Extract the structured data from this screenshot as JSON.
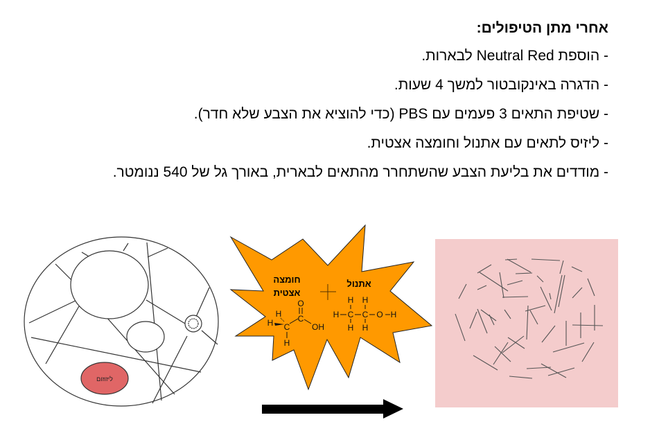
{
  "document": {
    "heading": "אחרי מתן הטיפולים:",
    "steps": [
      "- הוספת Neutral Red לבארות.",
      "- הדגרה באינקובטור למשך 4 שעות.",
      "- שטיפת התאים 3 פעמים עם PBS (כדי להוציא את הצבע שלא חדר).",
      "- ליזיס לתאים עם אתנול וחומצה אצטית.",
      "- מודדים את בליעת הצבע שהשתחרר מהתאים לבארית, באורך גל של 540 ננומטר."
    ]
  },
  "diagram": {
    "cell": {
      "lysosome_label": "ליזוזום",
      "lysosome_color": "#e06666"
    },
    "reagents": {
      "burst_color": "#ff9900",
      "acetic_acid_label_line1": "חומצה",
      "acetic_acid_label_line2": "אצטית",
      "plus_sign": "+",
      "ethanol_label": "אתנול",
      "acetic_acid_formula": {
        "O": "O",
        "C1": "C",
        "C2": "C",
        "OH": "OH",
        "H_top": "H",
        "H_left": "H",
        "H_bottom": "H"
      },
      "ethanol_formula": {
        "row_top": [
          "H",
          "H"
        ],
        "row_mid": [
          "H",
          "C",
          "C",
          "O",
          "H"
        ],
        "row_bottom": [
          "H",
          "H"
        ]
      }
    },
    "lysed_well": {
      "background_color": "#f4cccc"
    },
    "arrow": {
      "color": "#000000",
      "direction": "right"
    }
  }
}
